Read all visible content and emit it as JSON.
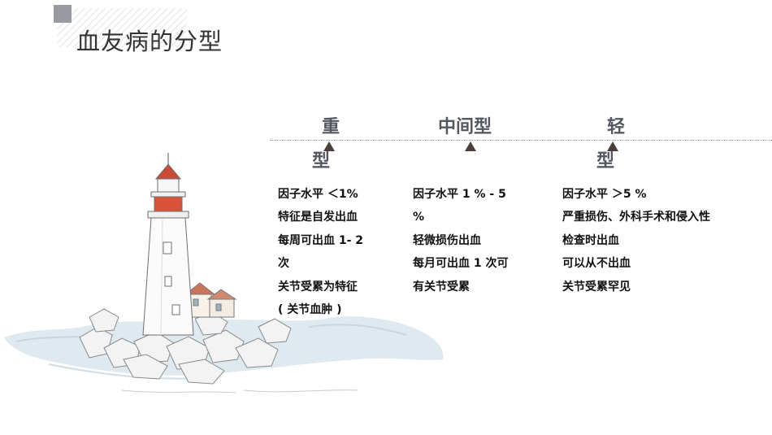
{
  "title": "血友病的分型",
  "types": [
    {
      "label_top": "重",
      "label_bottom": "型"
    },
    {
      "label_top": "中间型"
    },
    {
      "label_top": "轻",
      "label_bottom": "型"
    }
  ],
  "columns": [
    {
      "lines": [
        "因子水平 ＜1%",
        "特征是自发出血",
        "每周可出血 1- 2",
        "次",
        "关节受累为特征",
        "( 关节血肿 )"
      ]
    },
    {
      "lines": [
        "因子水平 1 % - 5",
        "%",
        "轻微损伤出血",
        "每月可出血 1 次可",
        "有关节受累"
      ]
    },
    {
      "lines": [
        "因子水平 ＞5 %",
        "严重损伤、外科手术和侵入性",
        "检查时出血",
        "可以从不出血",
        "关节受累罕见"
      ]
    }
  ],
  "icons": [
    "arrow-up-icon",
    "lighthouse-illustration"
  ]
}
